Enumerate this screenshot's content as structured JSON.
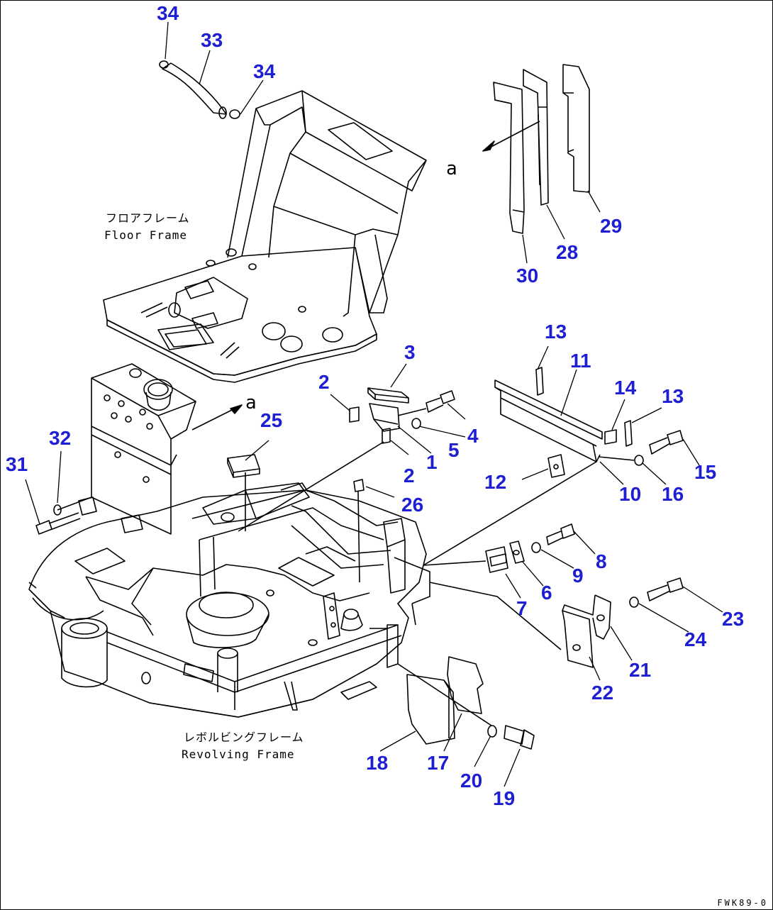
{
  "colors": {
    "callout": "#1e1ed2",
    "line": "#000000",
    "background": "#ffffff"
  },
  "captions": {
    "floor_frame_jp": "フロアフレーム",
    "floor_frame_en": "Floor Frame",
    "revolving_frame_jp": "レボルビングフレーム",
    "revolving_frame_en": "Revolving Frame"
  },
  "view_mark": "a",
  "figure_code": "FWK89-0",
  "callouts": [
    {
      "id": "c1",
      "label": "34"
    },
    {
      "id": "c2",
      "label": "33"
    },
    {
      "id": "c3",
      "label": "34"
    },
    {
      "id": "c4",
      "label": "29"
    },
    {
      "id": "c5",
      "label": "28"
    },
    {
      "id": "c6",
      "label": "30"
    },
    {
      "id": "c7",
      "label": "3"
    },
    {
      "id": "c8",
      "label": "2"
    },
    {
      "id": "c9",
      "label": "13"
    },
    {
      "id": "c10",
      "label": "11"
    },
    {
      "id": "c11",
      "label": "14"
    },
    {
      "id": "c12",
      "label": "13"
    },
    {
      "id": "c13",
      "label": "25"
    },
    {
      "id": "c14",
      "label": "4"
    },
    {
      "id": "c15",
      "label": "5"
    },
    {
      "id": "c16",
      "label": "1"
    },
    {
      "id": "c17",
      "label": "2"
    },
    {
      "id": "c18",
      "label": "32"
    },
    {
      "id": "c19",
      "label": "31"
    },
    {
      "id": "c20",
      "label": "26"
    },
    {
      "id": "c21",
      "label": "12"
    },
    {
      "id": "c22",
      "label": "10"
    },
    {
      "id": "c23",
      "label": "16"
    },
    {
      "id": "c24",
      "label": "15"
    },
    {
      "id": "c25",
      "label": "8"
    },
    {
      "id": "c26",
      "label": "9"
    },
    {
      "id": "c27",
      "label": "6"
    },
    {
      "id": "c28",
      "label": "7"
    },
    {
      "id": "c29",
      "label": "23"
    },
    {
      "id": "c30",
      "label": "24"
    },
    {
      "id": "c31",
      "label": "21"
    },
    {
      "id": "c32",
      "label": "22"
    },
    {
      "id": "c33",
      "label": "18"
    },
    {
      "id": "c34",
      "label": "17"
    },
    {
      "id": "c35",
      "label": "20"
    },
    {
      "id": "c36",
      "label": "19"
    }
  ]
}
